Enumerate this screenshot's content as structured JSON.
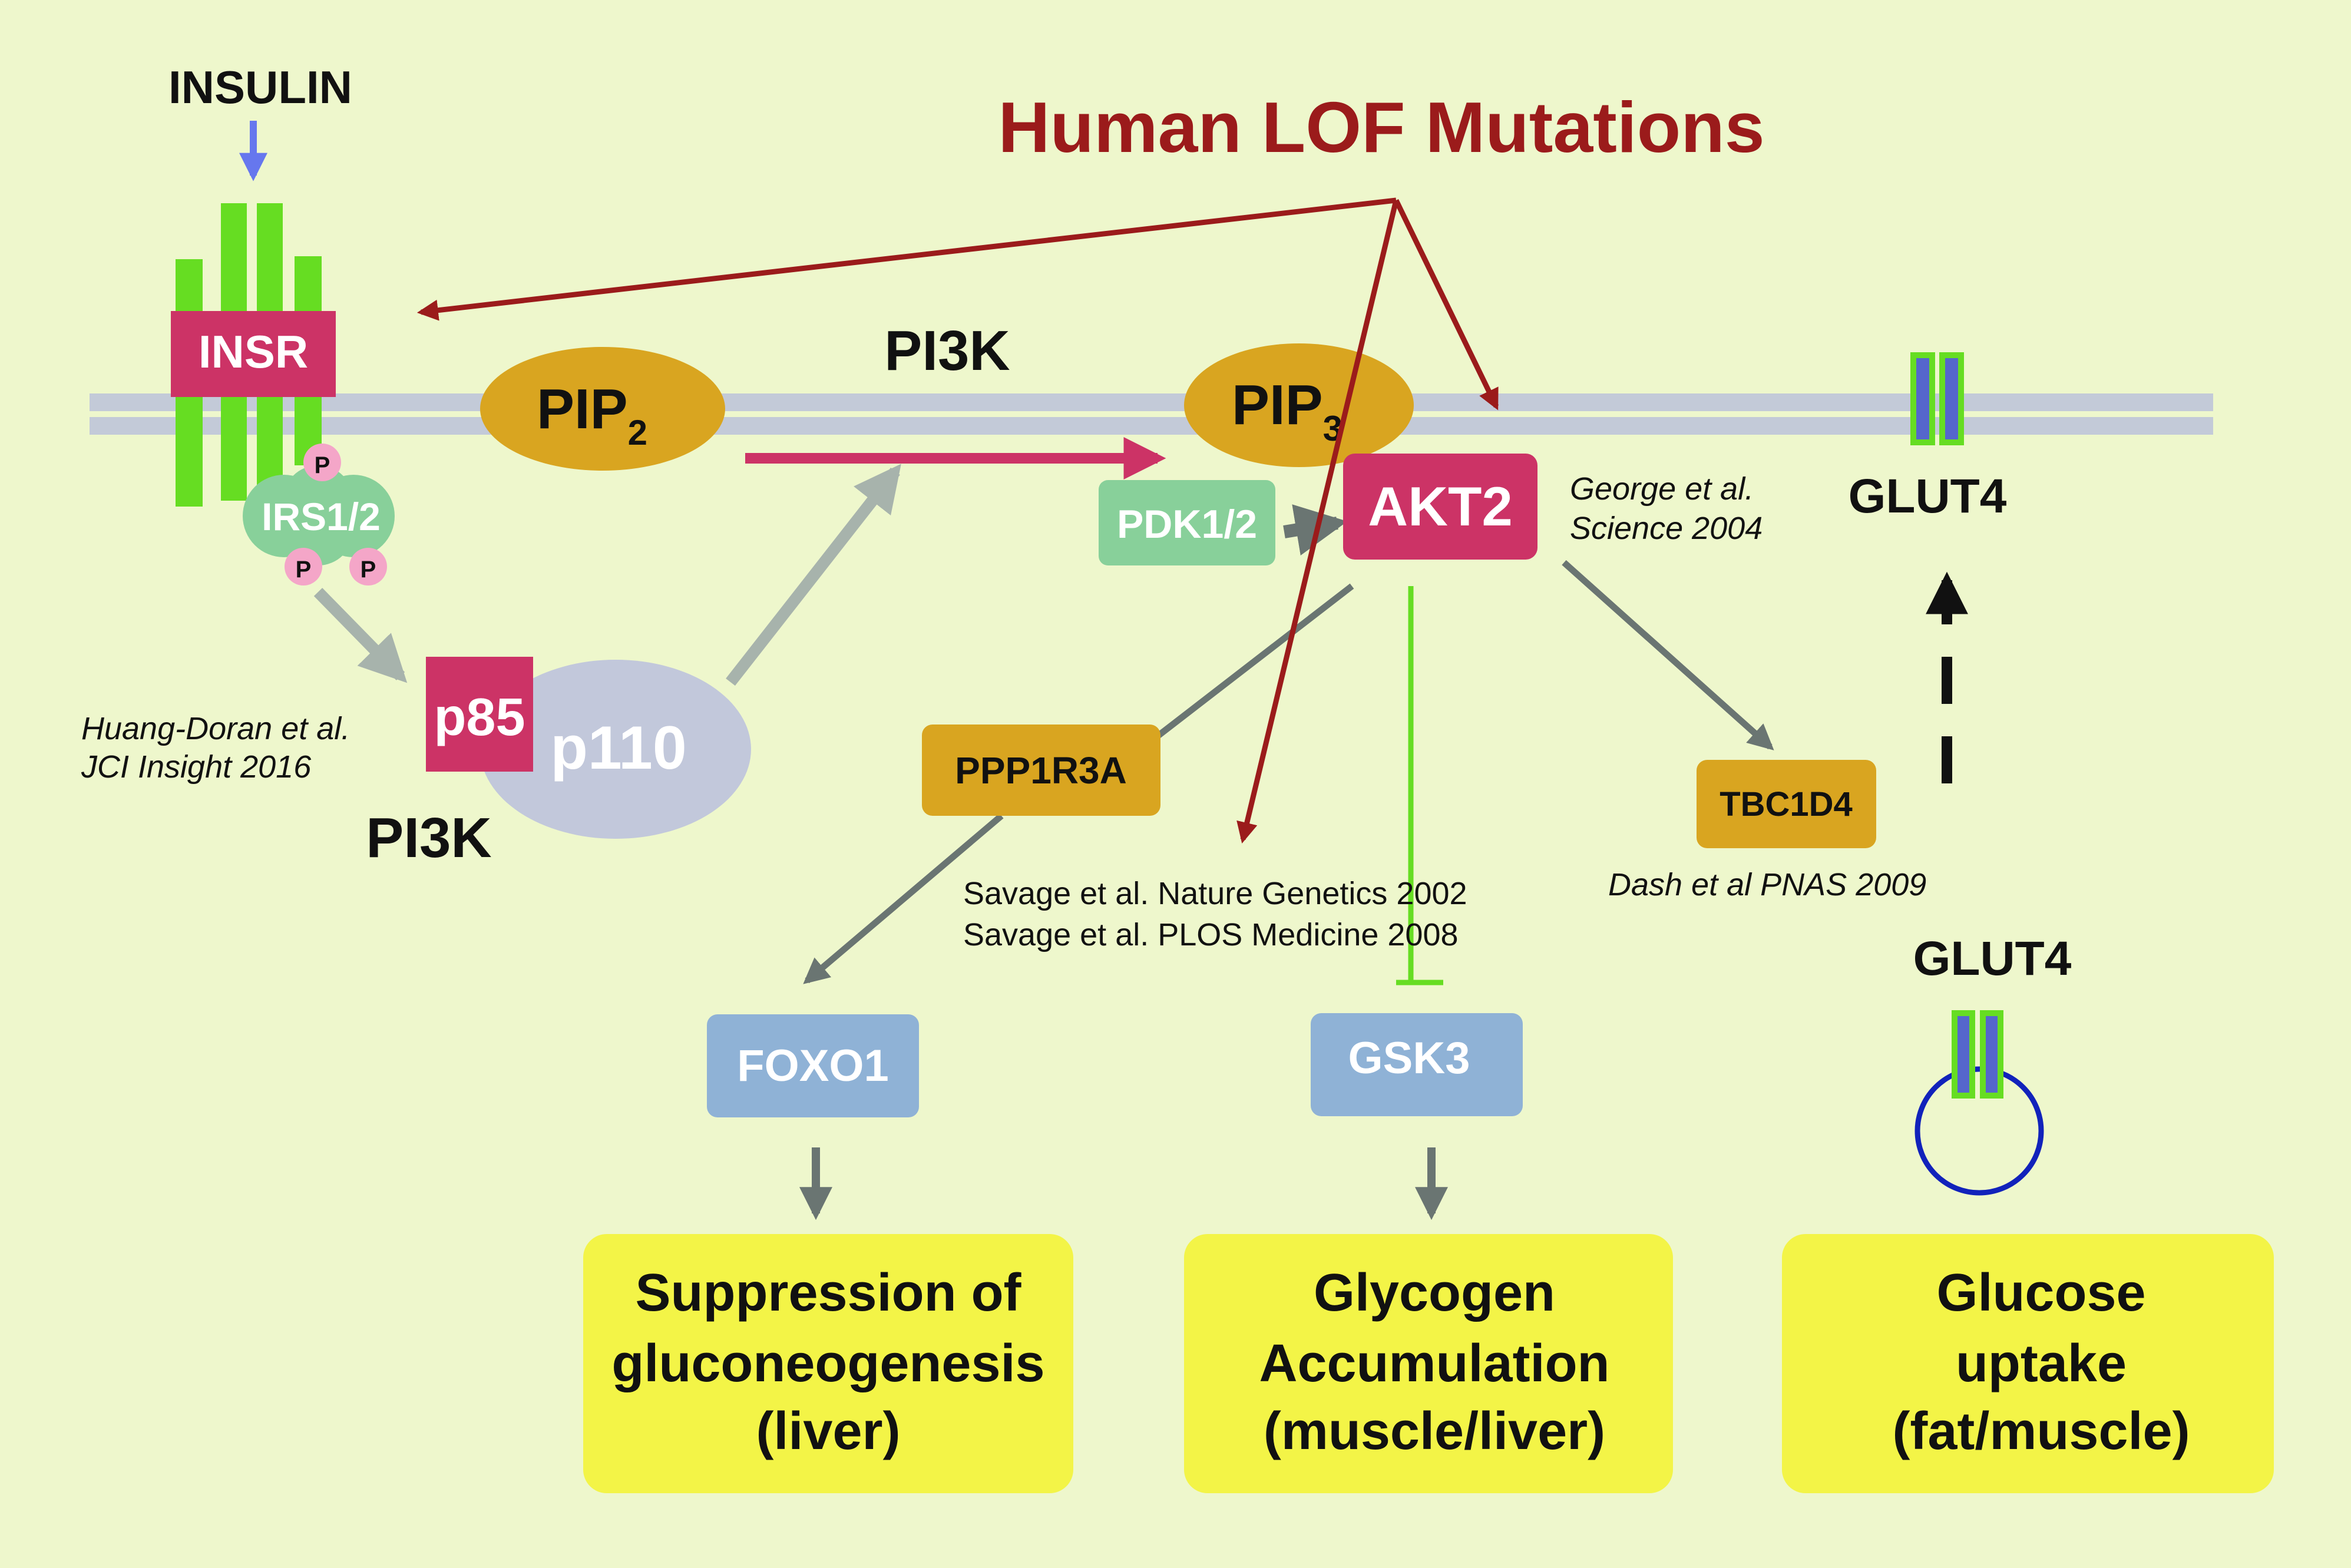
{
  "title": "Human LOF Mutations",
  "labels": {
    "insulin": "INSULIN",
    "insr": "INSR",
    "irs": "IRS1/2",
    "phospho": "P",
    "p85": "p85",
    "p110": "p110",
    "pi3k_bottom": "PI3K",
    "pi3k_top": "PI3K",
    "pip2_base": "PIP",
    "pip2_sub": "2",
    "pip3_base": "PIP",
    "pip3_sub": "3",
    "pdk": "PDK1/2",
    "akt2": "AKT2",
    "ppp1r3a": "PPP1R3A",
    "tbc1d4": "TBC1D4",
    "glut4_membrane": "GLUT4",
    "glut4_vesicle": "GLUT4",
    "foxo1": "FOXO1",
    "gsk3": "GSK3"
  },
  "citations": {
    "huang_line1": "Huang-Doran et al.",
    "huang_line2": "JCI Insight 2016",
    "george_line1": "George et al.",
    "george_line2": "Science 2004",
    "savage_line1": "Savage et al. Nature Genetics 2002",
    "savage_line2": "Savage et al. PLOS Medicine  2008",
    "dash": "Dash et al PNAS 2009"
  },
  "outcomes": {
    "liver": [
      "Suppression of",
      "gluconeogenesis",
      "(liver)"
    ],
    "glycogen": [
      "Glycogen",
      "Accumulation",
      "(muscle/liver)"
    ],
    "glucose": [
      "Glucose",
      "uptake",
      "(fat/muscle)"
    ]
  },
  "colors": {
    "background": "#eef7cc",
    "membrane": "#c3cad8",
    "receptor_green": "#66dd22",
    "magenta": "#cc3366",
    "gold": "#d9a520",
    "dark_red": "#9b1b1b",
    "grey_arrow": "#6a7572",
    "light_grey_arrow": "#a7b3ac",
    "blue_box": "#8fb2d6",
    "pale_green": "#88d09a",
    "outcome_yellow": "#f3f447",
    "vesicle_blue": "#1122bb"
  }
}
